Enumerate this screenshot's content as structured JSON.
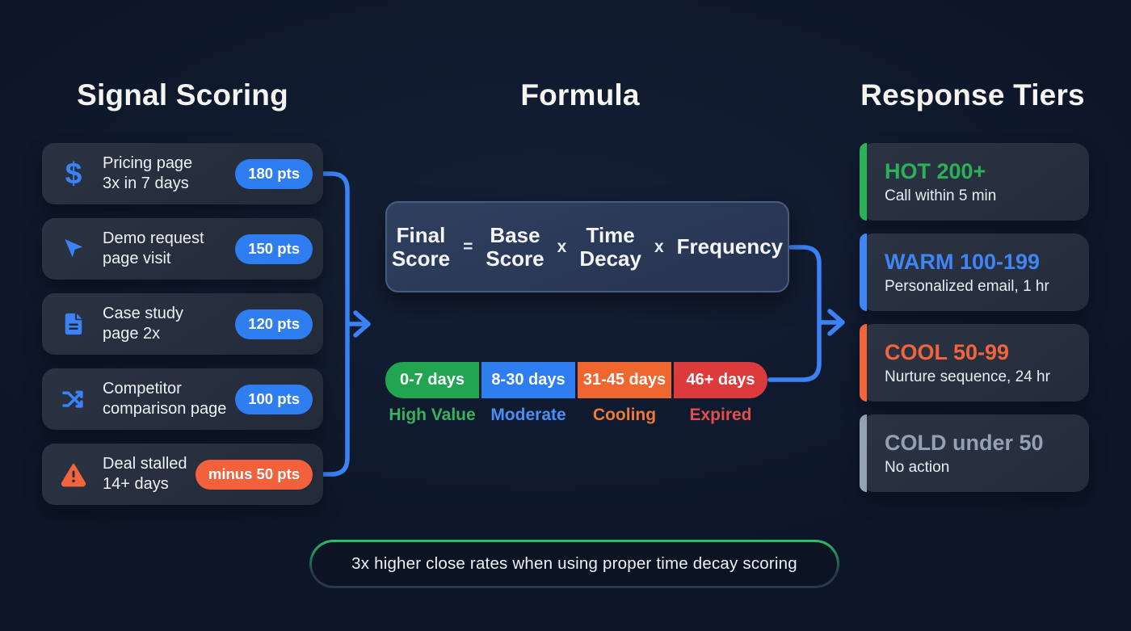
{
  "page": {
    "background": "#0d1628",
    "connector_color": "#3b82f6",
    "card_background": "#272e3d",
    "title_color": "#f5f4f1"
  },
  "signal_scoring": {
    "title": "Signal Scoring",
    "items": [
      {
        "icon": "dollar-icon",
        "glyph": "$",
        "line1": "Pricing page",
        "line2": "3x in 7 days",
        "badge": "180 pts",
        "badge_color": "#2e7ef2"
      },
      {
        "icon": "cursor-icon",
        "line1": "Demo request",
        "line2": "page visit",
        "badge": "150 pts",
        "badge_color": "#2e7ef2"
      },
      {
        "icon": "document-icon",
        "line1": "Case study",
        "line2": "page 2x",
        "badge": "120 pts",
        "badge_color": "#2e7ef2"
      },
      {
        "icon": "shuffle-icon",
        "line1": "Competitor",
        "line2": "comparison page",
        "badge": "100 pts",
        "badge_color": "#2e7ef2"
      },
      {
        "icon": "warning-icon",
        "line1": "Deal stalled",
        "line2": "14+ days",
        "badge": "minus 50 pts",
        "badge_color": "#f2613c"
      }
    ]
  },
  "formula": {
    "title": "Formula",
    "parts": [
      "Final\nScore",
      "=",
      "Base\nScore",
      "x",
      "Time\nDecay",
      "x",
      "Frequency"
    ]
  },
  "decay_scale": {
    "segments": [
      {
        "label": "0-7 days",
        "color": "#22a551",
        "caption": "High Value",
        "caption_color": "#38b25f"
      },
      {
        "label": "8-30 days",
        "color": "#2e7ef2",
        "caption": "Moderate",
        "caption_color": "#4b8df5"
      },
      {
        "label": "31-45 days",
        "color": "#f0662f",
        "caption": "Cooling",
        "caption_color": "#f0783b"
      },
      {
        "label": "46+ days",
        "color": "#dd3a3c",
        "caption": "Expired",
        "caption_color": "#e44d4d"
      }
    ]
  },
  "response_tiers": {
    "title": "Response Tiers",
    "items": [
      {
        "title": "HOT 200+",
        "subtitle": "Call within 5 min",
        "color": "#2bb157"
      },
      {
        "title": "WARM 100-199",
        "subtitle": "Personalized email, 1 hr",
        "color": "#3f86f4"
      },
      {
        "title": "COOL 50-99",
        "subtitle": "Nurture sequence, 24 hr",
        "color": "#f2653c"
      },
      {
        "title": "COLD under 50",
        "subtitle": "No action",
        "color": "#94a1b3"
      }
    ]
  },
  "footer": {
    "note": "3x higher close rates when using proper time decay scoring"
  }
}
